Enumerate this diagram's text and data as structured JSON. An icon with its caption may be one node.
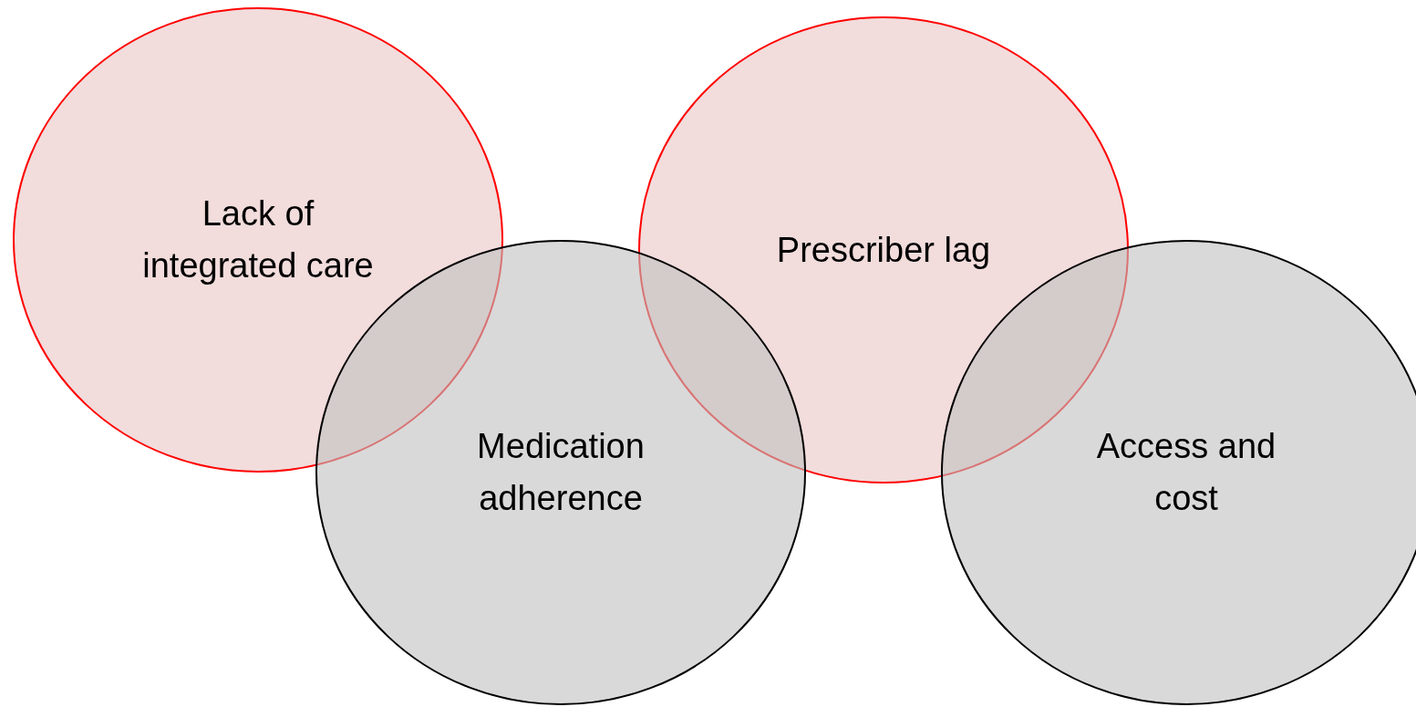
{
  "diagram": {
    "nodes": [
      {
        "text": [
          "Lack of integrated care"
        ]
      },
      {
        "text": [
          "Prescriber lag"
        ]
      },
      {
        "text": [
          "Medication adherence"
        ]
      },
      {
        "text": [
          "Access and cost"
        ]
      }
    ]
  }
}
